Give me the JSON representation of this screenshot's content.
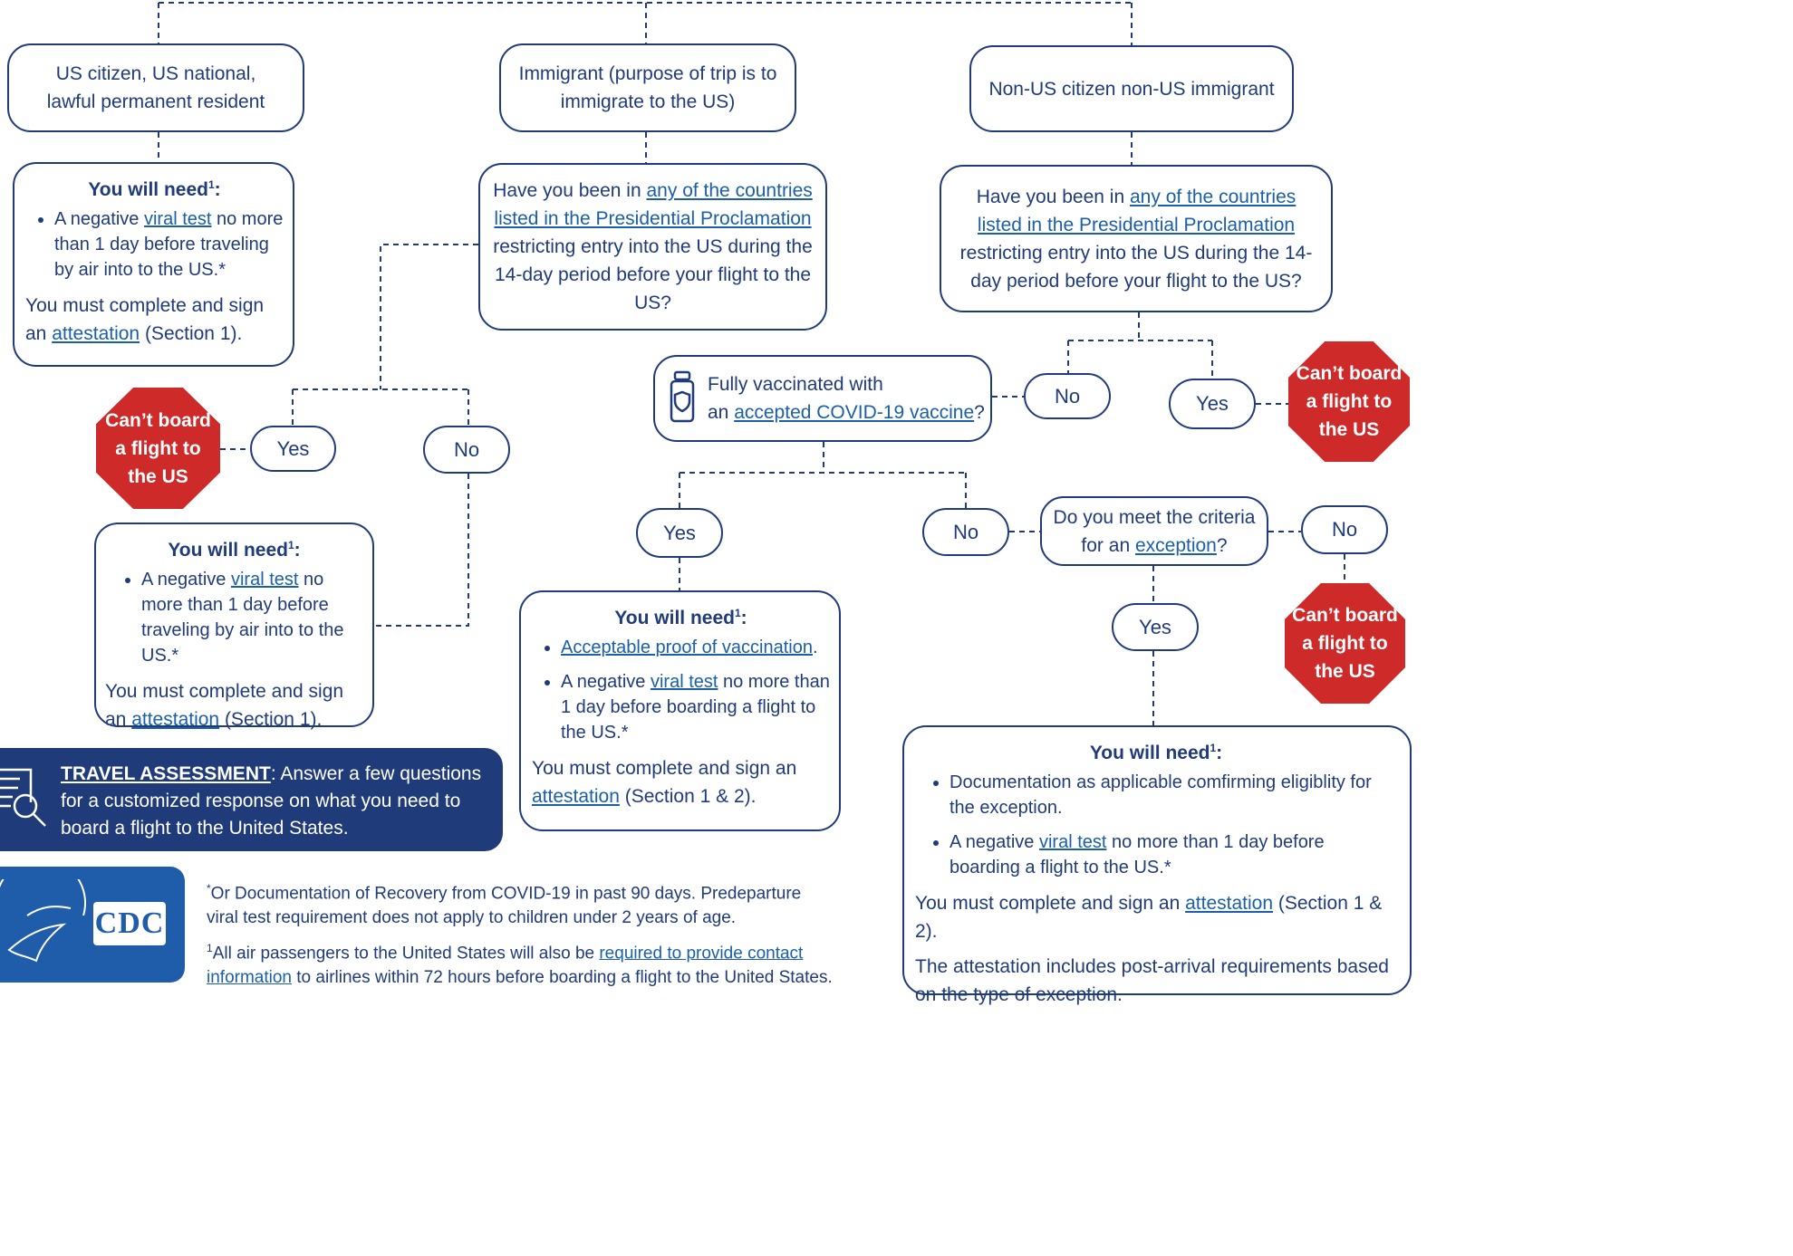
{
  "boxes": {
    "citizen": "US citizen, US national,\nlawful permanent resident",
    "immigrant": "Immigrant (purpose of trip is to\nimmigrate to the US)",
    "noncitizen": "Non-US citizen non-US immigrant"
  },
  "q_immigrant": {
    "pre": "Have you been in ",
    "link": "any of the countries listed in the Presidential Proclamation",
    "post": " restricting entry into the US during the 14-day period before your flight to the US?"
  },
  "q_noncitizen": {
    "pre": "Have you been in ",
    "link": "any of the countries listed in the Presidential Proclamation",
    "post": " restricting entry into the US during the 14-day period before your flight to the US?"
  },
  "q_vaccinated": {
    "line1": "Fully vaccinated with",
    "pre": "an ",
    "link": "accepted COVID-19 vaccine",
    "post": "?"
  },
  "q_exception": {
    "line1": "Do you meet the criteria",
    "pre": "for an ",
    "link": "exception",
    "post": "?"
  },
  "labels": {
    "yes": "Yes",
    "no": "No"
  },
  "stop_text": "Can’t board a flight to the US",
  "need_title": "You will need",
  "need_sup": "1",
  "need1": {
    "b1_pre": "A negative ",
    "b1_link": "viral test",
    "b1_post": " no more than 1 day before traveling by air into to the US.*",
    "p_pre": "You must complete and sign an ",
    "p_link": "attestation",
    "p_post": " (Section 1)."
  },
  "need2": {
    "b1_pre": "A negative ",
    "b1_link": "viral test",
    "b1_post": " no more than 1 day before traveling by air into to the US.*",
    "p_pre": "You must complete and sign an ",
    "p_link": "attestation",
    "p_post": " (Section 1)."
  },
  "need3": {
    "b1_link": "Acceptable proof of vaccination",
    "b1_post": ".",
    "b2_pre": "A negative ",
    "b2_link": "viral test",
    "b2_post": " no more than 1 day before boarding a flight to the US.*",
    "p_pre": "You must complete and sign an ",
    "p_link": "attestation",
    "p_post": " (Section 1 & 2)."
  },
  "need4": {
    "b1": "Documentation as applicable comfirming eligiblity for the exception.",
    "b2_pre": "A negative ",
    "b2_link": "viral test",
    "b2_post": " no more than 1 day before boarding a flight to the US.*",
    "p_pre": "You must complete and sign an ",
    "p_link": "attestation",
    "p_post": " (Section 1 & 2).",
    "p2": "The attestation includes post-arrival requirements based on the type of exception."
  },
  "banner": {
    "link": "TRAVEL ASSESSMENT",
    "text": ": Answer a few questions for a customized response on what you need to board a flight to the United States."
  },
  "logo_text": "CDC",
  "footnotes": {
    "star_mark": "*",
    "star": "Or Documentation of Recovery from COVID-19 in past 90 days. Predeparture viral test requirement does not apply to children under 2 years of age.",
    "one_mark": "1",
    "one_pre": "All air passengers to the United States will also be ",
    "one_link": "required to provide contact information",
    "one_post": " to airlines within 72 hours before boarding a flight to the United States."
  },
  "colors": {
    "navy": "#1f3b7a",
    "link": "#1a5fa8",
    "stop": "#cf2a2a",
    "logo_bg": "#1f5dab"
  }
}
